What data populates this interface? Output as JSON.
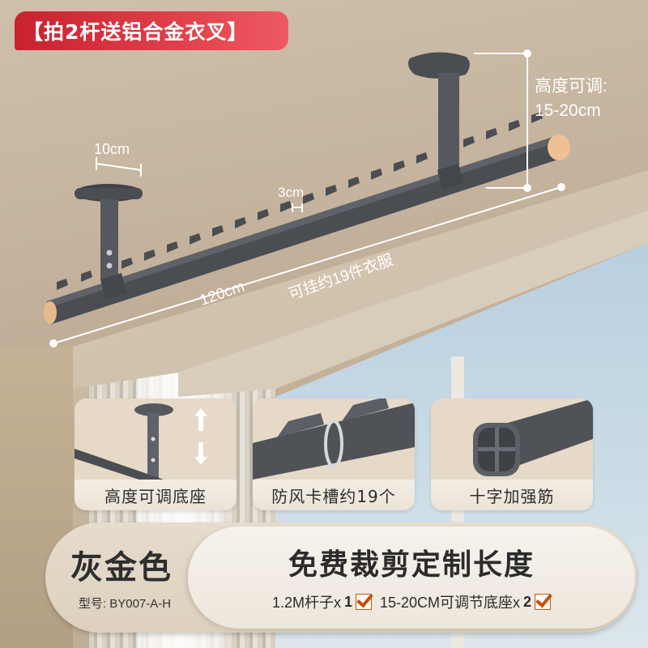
{
  "promo": {
    "label": "【拍2杆送铝合金衣叉】",
    "color": "#d9323c"
  },
  "dimensions": {
    "height_adjust_label": "高度可调:",
    "height_adjust_value": "15-20cm",
    "base_width": "10cm",
    "slot_spacing": "3cm",
    "rod_length": "120cm",
    "capacity": "可挂约19件衣服"
  },
  "features": [
    {
      "label": "高度可调底座",
      "icon": "adjustable-base"
    },
    {
      "label": "防风卡槽约19个",
      "icon": "windproof-slots"
    },
    {
      "label": "十字加强筋",
      "icon": "cross-reinforcement"
    }
  ],
  "product": {
    "color_name": "灰金色",
    "model": "型号: BY007-A-H",
    "headline": "免费裁剪定制长度",
    "includes": [
      {
        "text": "1.2M杆子x",
        "count": "1",
        "checked": true
      },
      {
        "text": "15-20CM可调节底座x",
        "count": "2",
        "checked": true
      }
    ]
  },
  "colors": {
    "rod": "#4a4d52",
    "end_cap": "#e8b98a",
    "check": "#c24f12",
    "text_dark": "#2b2b2b"
  }
}
